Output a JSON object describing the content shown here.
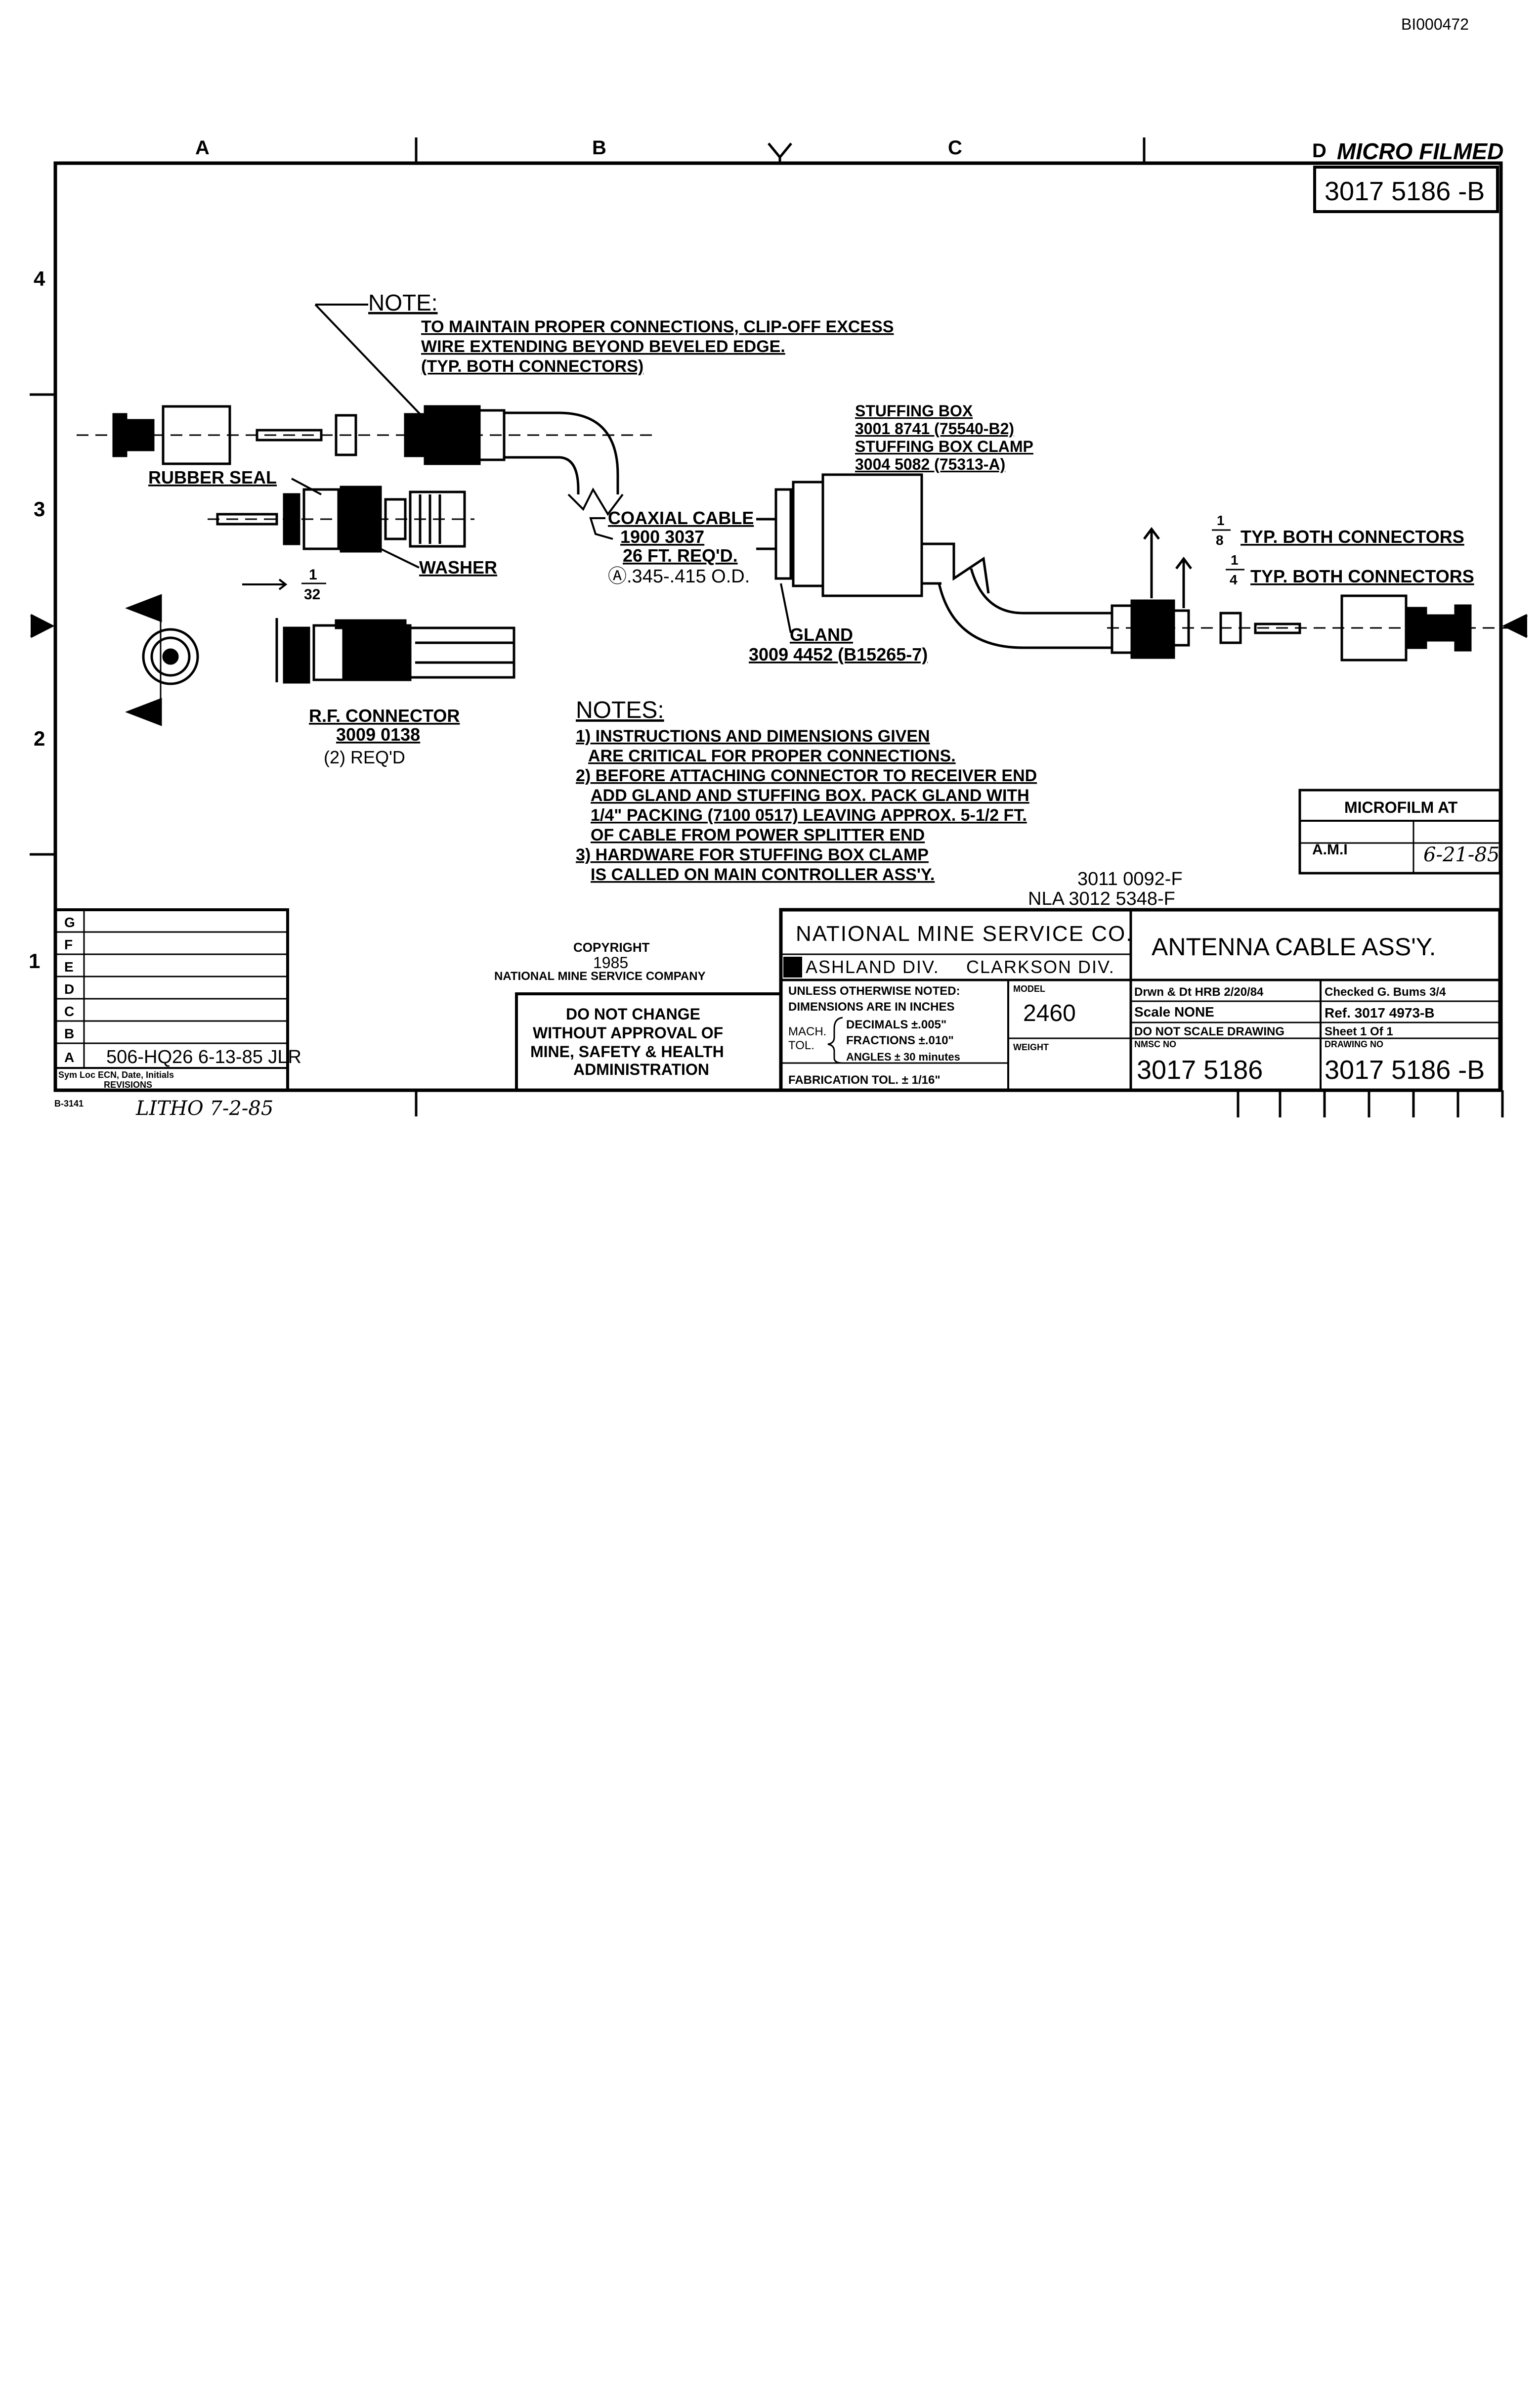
{
  "doc_id": "BI000472",
  "zones": {
    "top": [
      "A",
      "B",
      "C",
      "D"
    ],
    "side": [
      "4",
      "3",
      "2",
      "1"
    ]
  },
  "microfilmed_mark": "MICRO FILMED",
  "drawing_number_corner": "3017 5186 -B",
  "note_top": {
    "heading": "NOTE:",
    "lines": [
      "TO MAINTAIN PROPER CONNECTIONS, CLIP-OFF EXCESS",
      "WIRE EXTENDING BEYOND BEVELED EDGE.",
      "(TYP. BOTH CONNECTORS)"
    ]
  },
  "labels": {
    "rubber_seal": "RUBBER SEAL",
    "washer": "WASHER",
    "coax_lines": [
      "COAXIAL CABLE",
      "1900 3037",
      "26 FT. REQ'D.",
      "Ⓐ.345-.415 O.D."
    ],
    "stuffing_lines": [
      "STUFFING BOX",
      "3001 8741 (75540-B2)",
      "STUFFING BOX CLAMP",
      "3004 5082 (75313-A)"
    ],
    "gland_lines": [
      "GLAND",
      "3009 4452 (B15265-7)"
    ],
    "rf_lines": [
      "R.F. CONNECTOR",
      "3009 0138",
      "(2) REQ'D"
    ],
    "dim_1_32_num": "1",
    "dim_1_32_den": "32",
    "dim_1_8_num": "1",
    "dim_1_8_den": "8",
    "dim_1_4_num": "1",
    "dim_1_4_den": "4",
    "typ_both_1": "TYP. BOTH CONNECTORS",
    "typ_both_2": "TYP. BOTH CONNECTORS"
  },
  "notes": {
    "heading": "NOTES:",
    "lines": [
      "1) INSTRUCTIONS AND DIMENSIONS GIVEN",
      "ARE CRITICAL FOR PROPER CONNECTIONS.",
      "2) BEFORE ATTACHING CONNECTOR TO RECEIVER END",
      "ADD GLAND AND STUFFING BOX. PACK GLAND WITH",
      "1/4\" PACKING (7100 0517) LEAVING APPROX. 5-1/2 FT.",
      "OF CABLE FROM POWER SPLITTER END",
      "3) HARDWARE FOR STUFFING BOX CLAMP",
      "IS CALLED ON MAIN CONTROLLER ASS'Y."
    ]
  },
  "refs": [
    "3011 0092-F",
    "NLA 3012 5348-F"
  ],
  "microfilm_box": {
    "title": "MICROFILM AT",
    "label": "A.M.I",
    "date": "6-21-85"
  },
  "revisions": {
    "letters": [
      "G",
      "F",
      "E",
      "D",
      "C",
      "B",
      "A"
    ],
    "entry_a": "506-HQ26 6-13-85 JLR",
    "footer_1": "Sym Loc ECN, Date, Initials",
    "footer_2": "REVISIONS"
  },
  "copyright": {
    "line1": "COPYRIGHT",
    "year": "1985",
    "company": "NATIONAL MINE SERVICE COMPANY"
  },
  "do_not_change": [
    "DO NOT CHANGE",
    "WITHOUT APPROVAL OF",
    "MINE, SAFETY & HEALTH",
    "ADMINISTRATION"
  ],
  "title_block": {
    "company": "NATIONAL MINE SERVICE CO.",
    "div_left": "ASHLAND DIV.",
    "div_right": "CLARKSON DIV.",
    "title": "ANTENNA CABLE ASS'Y.",
    "unless_1": "UNLESS OTHERWISE NOTED:",
    "unless_2": "DIMENSIONS ARE IN INCHES",
    "mach": "MACH.",
    "tol": "TOL.",
    "decimals": "DECIMALS ±.005\"",
    "fractions": "FRACTIONS ±.010\"",
    "angles": "ANGLES ± 30 minutes",
    "fab_tol": "FABRICATION TOL. ± 1/16\"",
    "model_label": "MODEL",
    "model": "2460",
    "weight_label": "WEIGHT",
    "drawn": "Drwn & Dt HRB 2/20/84",
    "checked": "Checked G. Bums 3/4",
    "scale": "Scale NONE",
    "ref": "Ref. 3017 4973-B",
    "do_not_scale": "DO NOT SCALE DRAWING",
    "sheet": "Sheet 1 Of 1",
    "nmsc_label": "NMSC NO",
    "nmsc_no": "3017 5186",
    "drawing_label": "DRAWING NO",
    "drawing_no": "3017 5186 -B"
  },
  "form_no": "B-3141",
  "litho": "LITHO 7-2-85"
}
